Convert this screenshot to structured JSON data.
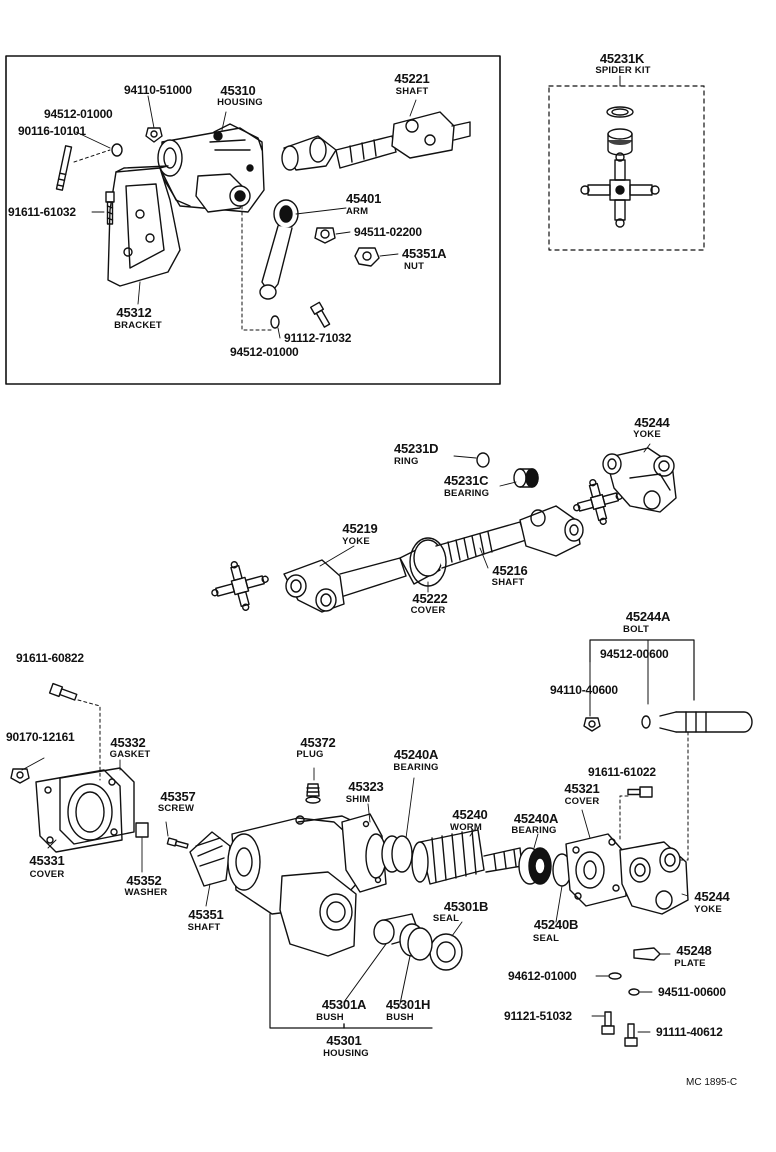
{
  "parts": {
    "p45231K": {
      "number": "45231K",
      "name": "SPIDER KIT"
    },
    "p94110_51000": {
      "number": "94110-51000"
    },
    "p45310": {
      "number": "45310",
      "name": "HOUSING"
    },
    "p45221": {
      "number": "45221",
      "name": "SHAFT"
    },
    "p94512_01000_a": {
      "number": "94512-01000"
    },
    "p90116_10101": {
      "number": "90116-10101"
    },
    "p45401": {
      "number": "45401",
      "name": "ARM"
    },
    "p91611_61032": {
      "number": "91611-61032"
    },
    "p94511_02200": {
      "number": "94511-02200"
    },
    "p45351A": {
      "number": "45351A",
      "name": "NUT"
    },
    "p45312": {
      "number": "45312",
      "name": "BRACKET"
    },
    "p91112_71032": {
      "number": "91112-71032"
    },
    "p94512_01000_b": {
      "number": "94512-01000"
    },
    "p45244_top": {
      "number": "45244",
      "name": "YOKE"
    },
    "p45231D": {
      "number": "45231D",
      "name": "RING"
    },
    "p45231C": {
      "number": "45231C",
      "name": "BEARING"
    },
    "p45219": {
      "number": "45219",
      "name": "YOKE"
    },
    "p45216": {
      "number": "45216",
      "name": "SHAFT"
    },
    "p45222": {
      "number": "45222",
      "name": "COVER"
    },
    "p45244A": {
      "number": "45244A",
      "name": "BOLT"
    },
    "p94512_00600": {
      "number": "94512-00600"
    },
    "p94110_40600": {
      "number": "94110-40600"
    },
    "p91611_60822": {
      "number": "91611-60822"
    },
    "p90170_12161": {
      "number": "90170-12161"
    },
    "p45332": {
      "number": "45332",
      "name": "GASKET"
    },
    "p45372": {
      "number": "45372",
      "name": "PLUG"
    },
    "p45240A_1": {
      "number": "45240A",
      "name": "BEARING"
    },
    "p45323": {
      "number": "45323",
      "name": "SHIM"
    },
    "p91611_61022": {
      "number": "91611-61022"
    },
    "p45321": {
      "number": "45321",
      "name": "COVER"
    },
    "p45357": {
      "number": "45357",
      "name": "SCREW"
    },
    "p45240": {
      "number": "45240",
      "name": "WORM"
    },
    "p45240A_2": {
      "number": "45240A",
      "name": "BEARING"
    },
    "p45331": {
      "number": "45331",
      "name": "COVER"
    },
    "p45352": {
      "number": "45352",
      "name": "WASHER"
    },
    "p45351": {
      "number": "45351",
      "name": "SHAFT"
    },
    "p45301B": {
      "number": "45301B",
      "name": "SEAL"
    },
    "p45240B": {
      "number": "45240B",
      "name": "SEAL"
    },
    "p45244_bot": {
      "number": "45244",
      "name": "YOKE"
    },
    "p45248": {
      "number": "45248",
      "name": "PLATE"
    },
    "p94612_01000": {
      "number": "94612-01000"
    },
    "p94511_00600": {
      "number": "94511-00600"
    },
    "p91121_51032": {
      "number": "91121-51032"
    },
    "p91111_40612": {
      "number": "91111-40612"
    },
    "p45301A": {
      "number": "45301A",
      "name": "BUSH"
    },
    "p45301H": {
      "number": "45301H",
      "name": "BUSH"
    },
    "p45301": {
      "number": "45301",
      "name": "HOUSING"
    }
  },
  "footer_code": "MC 1895-C"
}
